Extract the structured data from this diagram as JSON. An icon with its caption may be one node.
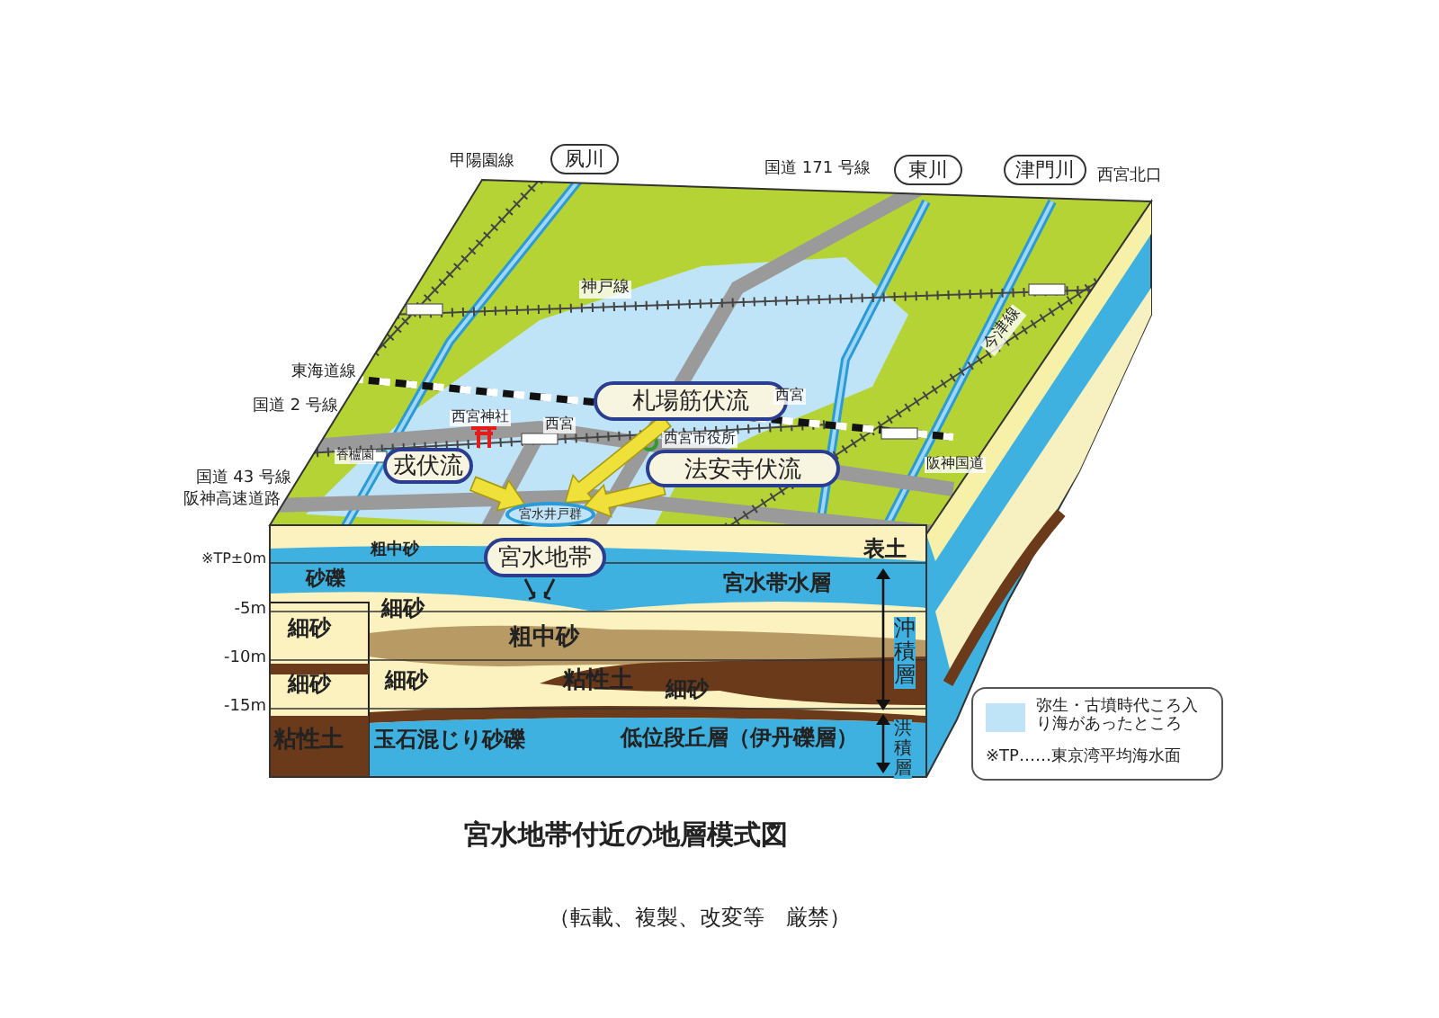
{
  "diagram": {
    "title": "宮水地帯付近の地層模式図",
    "nodes": [
      {
        "text": [
          "夙川"
        ]
      },
      {
        "text": [
          "東川"
        ]
      },
      {
        "text": [
          "津門川"
        ]
      },
      {
        "text": [
          "札場筋伏流"
        ]
      },
      {
        "text": [
          "戎伏流"
        ]
      },
      {
        "text": [
          "法安寺伏流"
        ]
      },
      {
        "text": [
          "宮水井戸群"
        ]
      },
      {
        "text": [
          "宮水地帯"
        ]
      }
    ],
    "edges": [
      {
        "from": 3,
        "to": 6,
        "arrow": "to",
        "style": "thick"
      },
      {
        "from": 4,
        "to": 6,
        "arrow": "to",
        "style": "thick"
      },
      {
        "from": 5,
        "to": 6,
        "arrow": "to",
        "style": "thick"
      }
    ],
    "labels": [
      "甲陽園線",
      "国道 171 号線",
      "西宮北口",
      "神戸線",
      "東海道線",
      "国道 2 号線",
      "西宮神社",
      "西宮",
      "西宮",
      "西宮市役所",
      "香櫨園",
      "今津線",
      "阪神国道",
      "国道 43 号線",
      "阪神高速道路",
      "※TP±0m",
      "粗中砂",
      "表土",
      "砂礫",
      "宮水帯水層",
      "細砂",
      "-5m",
      "沖積層",
      "細砂",
      "粗中砂",
      "-10m",
      "細砂",
      "細砂",
      "粘性土",
      "細砂",
      "-15m",
      "洪積層",
      "粘性土",
      "玉石混じり砂礫",
      "低位段丘層（伊丹礫層）",
      "※TP……東京湾平均海水面",
      "（転載、複製、改変等　厳禁）"
    ],
    "legend": [
      {
        "text": "弥生・古墳時代ころ入り海があったところ",
        "color": "#bfe3f7"
      }
    ]
  }
}
